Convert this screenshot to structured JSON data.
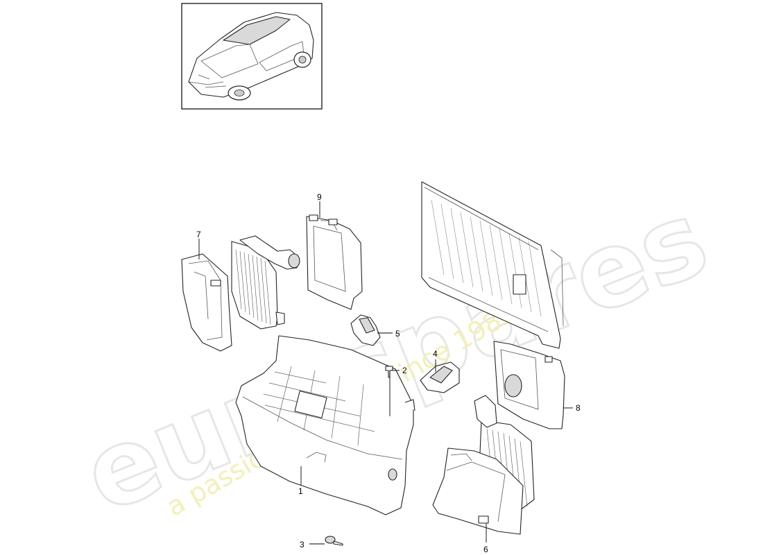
{
  "watermark": {
    "brand": "eurospares",
    "tagline": "a passion for parts since 1985"
  },
  "callouts": [
    {
      "id": "1",
      "label": "1"
    },
    {
      "id": "2",
      "label": "2"
    },
    {
      "id": "3",
      "label": "3"
    },
    {
      "id": "4",
      "label": "4"
    },
    {
      "id": "5",
      "label": "5"
    },
    {
      "id": "6",
      "label": "6"
    },
    {
      "id": "7",
      "label": "7"
    },
    {
      "id": "8",
      "label": "8"
    },
    {
      "id": "9",
      "label": "9"
    }
  ]
}
